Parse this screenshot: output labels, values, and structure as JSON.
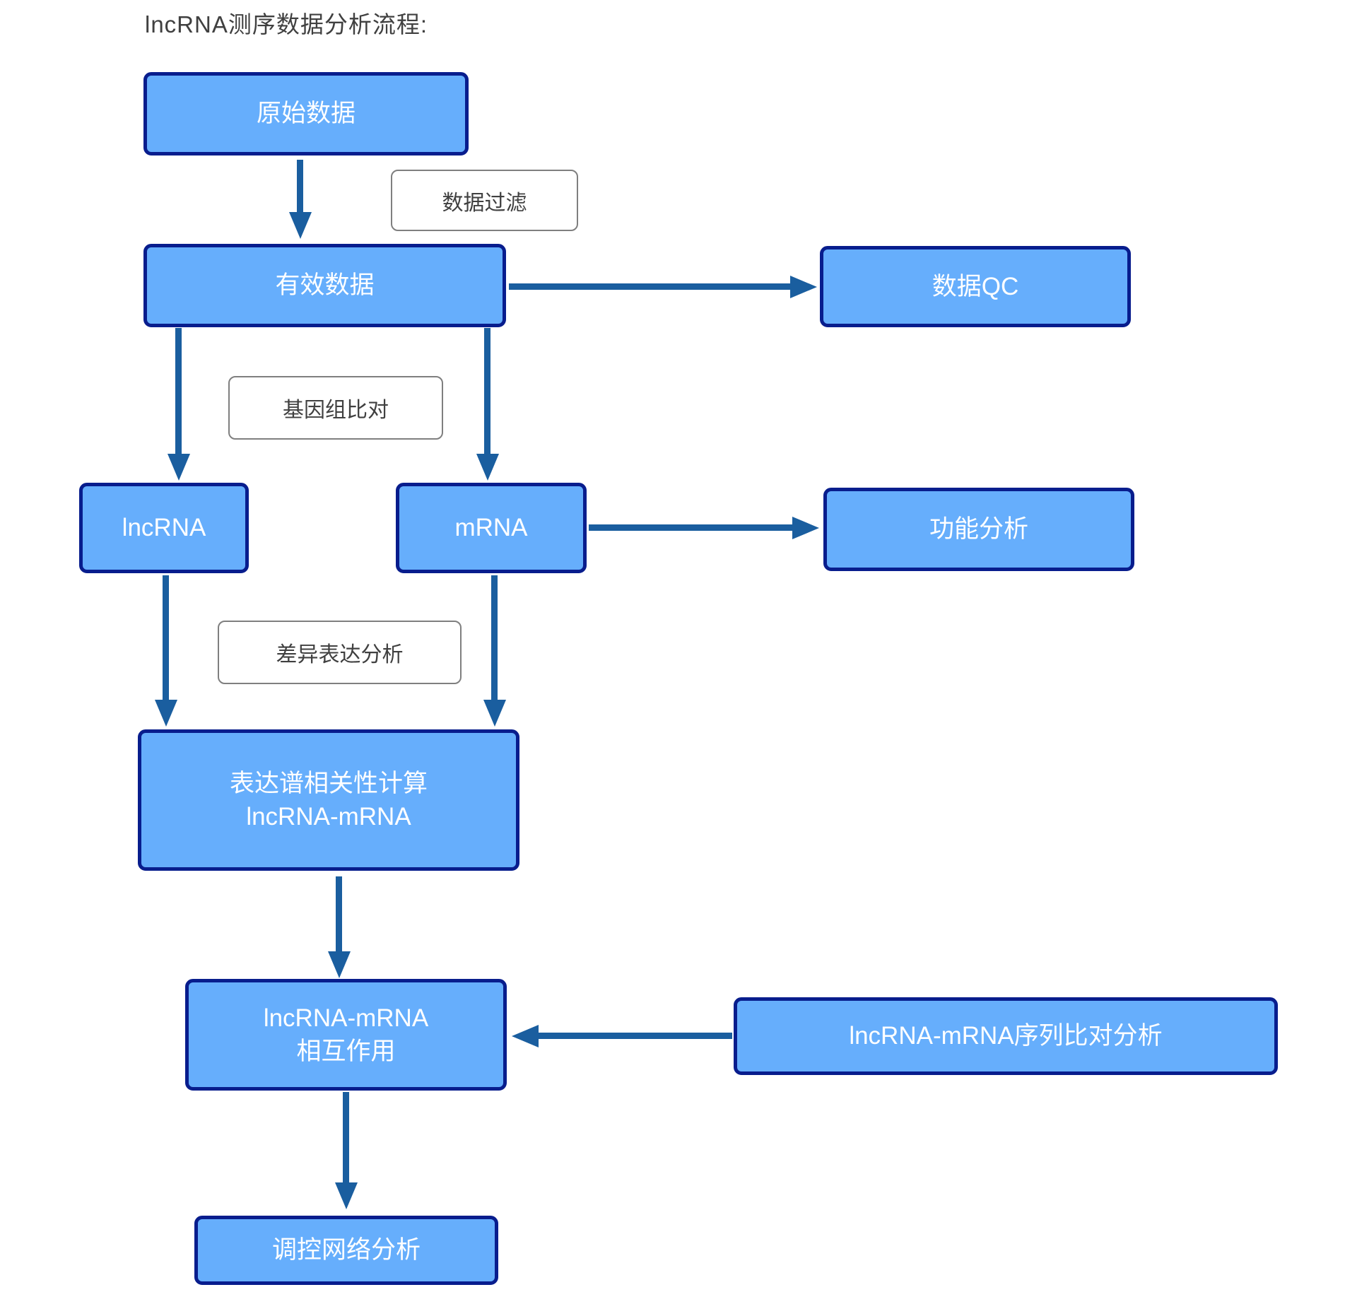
{
  "title": "lncRNA测序数据分析流程:",
  "colors": {
    "box_fill": "#66aefc",
    "box_border": "#081d8d",
    "arrow": "#1a5e9f",
    "label_border": "#7f7f7f",
    "label_text": "#404040",
    "title_text": "#404040",
    "box_text": "#ffffff"
  },
  "nodes": {
    "raw": "原始数据",
    "valid": "有效数据",
    "qc": "数据QC",
    "lncrna": "lncRNA",
    "mrna": "mRNA",
    "func": "功能分析",
    "corr_line1": "表达谱相关性计算",
    "corr_line2": "lncRNA-mRNA",
    "inter_line1": "lncRNA-mRNA",
    "inter_line2": "相互作用",
    "seqalign": "lncRNA-mRNA序列比对分析",
    "network": "调控网络分析"
  },
  "process_labels": {
    "filter": "数据过滤",
    "genome": "基因组比对",
    "diff": "差异表达分析"
  },
  "edges": [
    {
      "from": "原始数据",
      "to": "有效数据",
      "via": "数据过滤"
    },
    {
      "from": "有效数据",
      "to": "数据QC",
      "via": ""
    },
    {
      "from": "有效数据",
      "to": "lncRNA",
      "via": "基因组比对"
    },
    {
      "from": "有效数据",
      "to": "mRNA",
      "via": "基因组比对"
    },
    {
      "from": "mRNA",
      "to": "功能分析",
      "via": ""
    },
    {
      "from": "lncRNA",
      "to": "表达谱相关性计算 lncRNA-mRNA",
      "via": "差异表达分析"
    },
    {
      "from": "mRNA",
      "to": "表达谱相关性计算 lncRNA-mRNA",
      "via": "差异表达分析"
    },
    {
      "from": "表达谱相关性计算 lncRNA-mRNA",
      "to": "lncRNA-mRNA 相互作用",
      "via": ""
    },
    {
      "from": "lncRNA-mRNA序列比对分析",
      "to": "lncRNA-mRNA 相互作用",
      "via": ""
    },
    {
      "from": "lncRNA-mRNA 相互作用",
      "to": "调控网络分析",
      "via": ""
    }
  ]
}
